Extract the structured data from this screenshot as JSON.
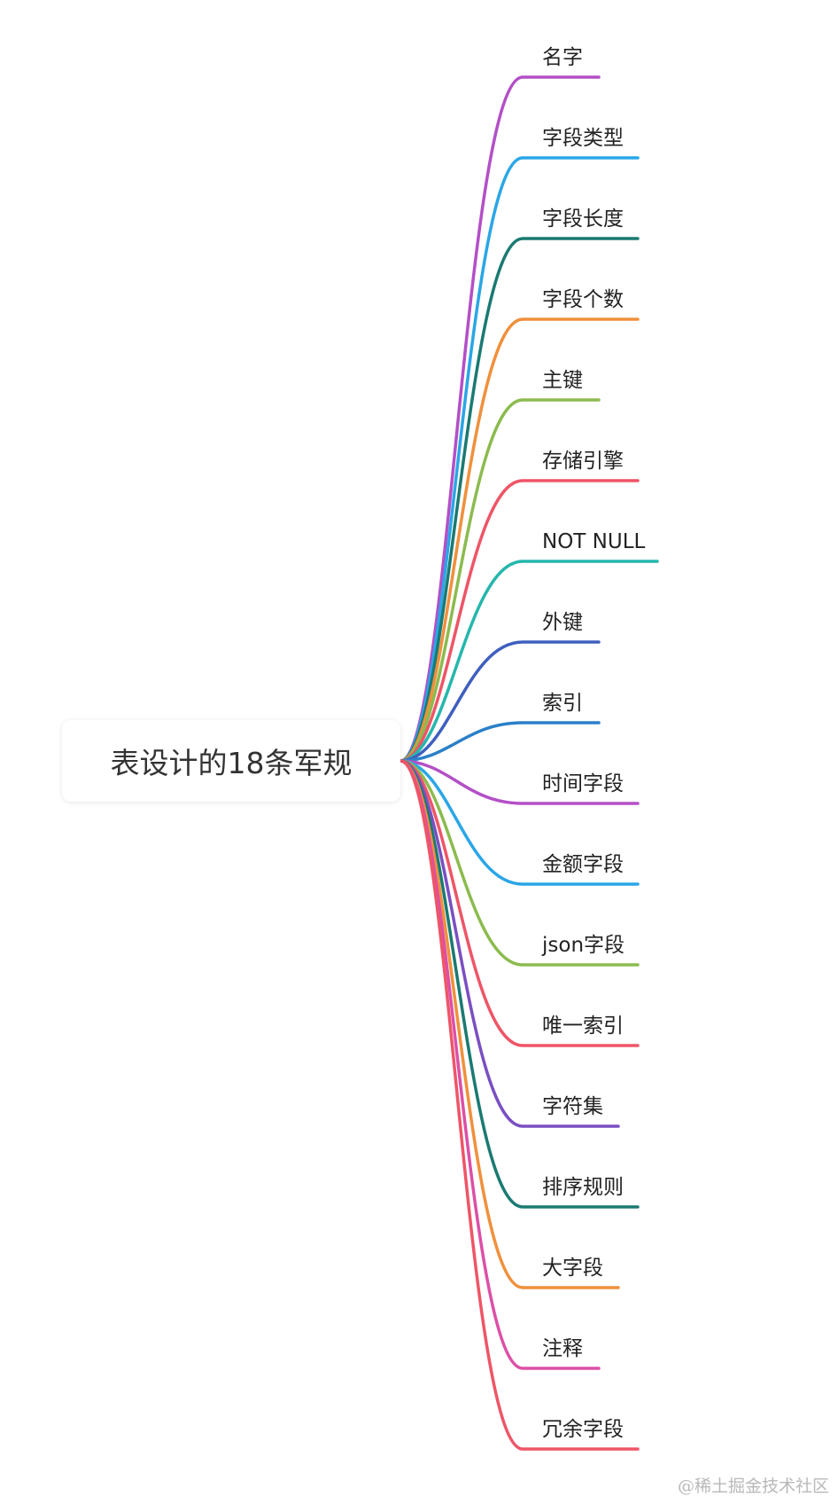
{
  "root": {
    "label": "表设计的18条军规"
  },
  "branches": [
    {
      "label": "名字",
      "color": "#b34fc7"
    },
    {
      "label": "字段类型",
      "color": "#2aa6e6"
    },
    {
      "label": "字段长度",
      "color": "#1a7a72"
    },
    {
      "label": "字段个数",
      "color": "#f0903c"
    },
    {
      "label": "主键",
      "color": "#8bbb4e"
    },
    {
      "label": "存储引擎",
      "color": "#ee5567"
    },
    {
      "label": "NOT NULL",
      "color": "#25b7ac"
    },
    {
      "label": "外键",
      "color": "#3f5fbf"
    },
    {
      "label": "索引",
      "color": "#2a80c8"
    },
    {
      "label": "时间字段",
      "color": "#b34fc7"
    },
    {
      "label": "金额字段",
      "color": "#2aa6e6"
    },
    {
      "label": "json字段",
      "color": "#8bbb4e"
    },
    {
      "label": "唯一索引",
      "color": "#ee5567"
    },
    {
      "label": "字符集",
      "color": "#7a4fc2"
    },
    {
      "label": "排序规则",
      "color": "#1a7a72"
    },
    {
      "label": "大字段",
      "color": "#f0903c"
    },
    {
      "label": "注释",
      "color": "#dd4fa6"
    },
    {
      "label": "冗余字段",
      "color": "#ee5567"
    }
  ],
  "watermark": "@稀土掘金技术社区"
}
